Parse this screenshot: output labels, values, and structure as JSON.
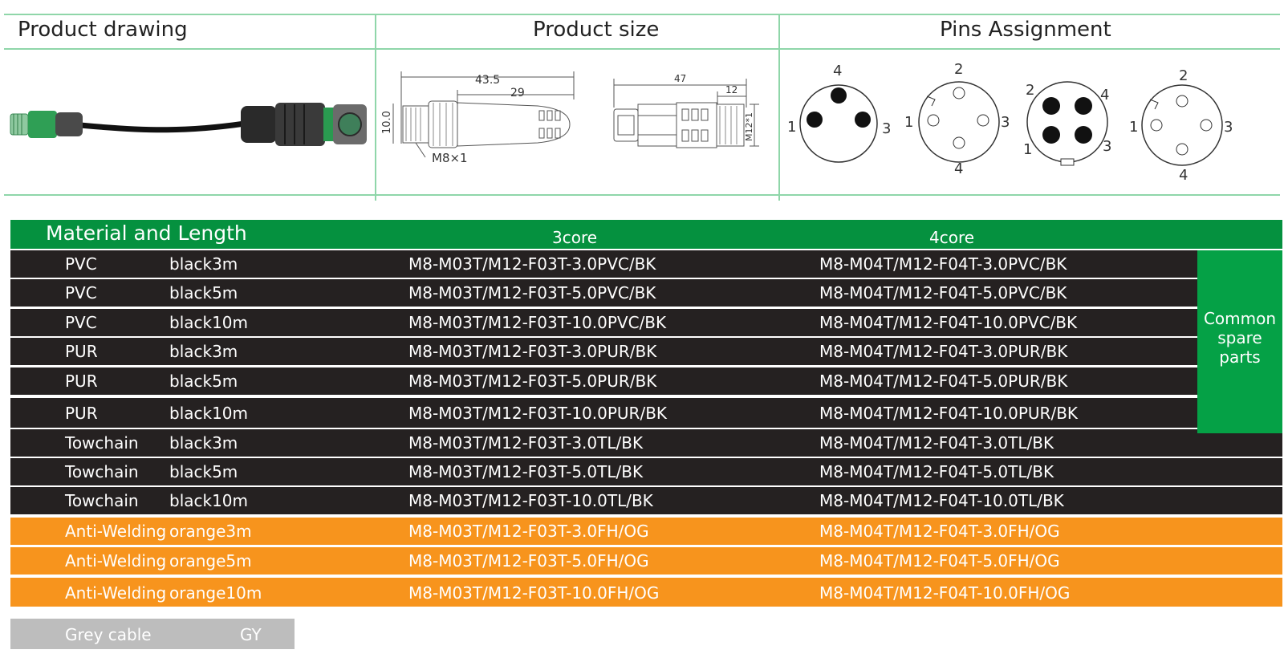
{
  "header": {
    "product_drawing": "Product drawing",
    "product_size": "Product size",
    "pins_assignment": "Pins Assignment"
  },
  "dimensions": {
    "d1": "43.5",
    "d2": "29",
    "d3": "10.0",
    "thread1": "M8×1",
    "d4": "47",
    "d5": "12",
    "thread2": "M12*1"
  },
  "pins": {
    "p3m": {
      "top": "4",
      "left": "1",
      "right": "3"
    },
    "p3f": {
      "top": "2",
      "left": "1",
      "right": "3",
      "bottom": "4"
    },
    "p4m": {
      "tl": "2",
      "tr": "4",
      "bl": "1",
      "br": "3"
    },
    "p4f": {
      "top": "2",
      "left": "1",
      "right": "3",
      "bottom": "4"
    }
  },
  "table": {
    "title": "Material and Length",
    "col3": "3core",
    "col4": "4core",
    "spare": [
      "Common",
      "spare",
      "parts"
    ],
    "rows": [
      {
        "material": "PVC",
        "length": "black3m",
        "core3": "M8-M03T/M12-F03T-3.0PVC/BK",
        "core4": "M8-M04T/M12-F04T-3.0PVC/BK",
        "style": "black"
      },
      {
        "material": "PVC",
        "length": "black5m",
        "core3": "M8-M03T/M12-F03T-5.0PVC/BK",
        "core4": "M8-M04T/M12-F04T-5.0PVC/BK",
        "style": "black"
      },
      {
        "material": "PVC",
        "length": "black10m",
        "core3": "M8-M03T/M12-F03T-10.0PVC/BK",
        "core4": "M8-M04T/M12-F04T-10.0PVC/BK",
        "style": "black"
      },
      {
        "material": "PUR",
        "length": "black3m",
        "core3": "M8-M03T/M12-F03T-3.0PUR/BK",
        "core4": "M8-M04T/M12-F04T-3.0PUR/BK",
        "style": "black"
      },
      {
        "material": "PUR",
        "length": "black5m",
        "core3": "M8-M03T/M12-F03T-5.0PUR/BK",
        "core4": "M8-M04T/M12-F04T-5.0PUR/BK",
        "style": "black"
      },
      {
        "material": "PUR",
        "length": "black10m",
        "core3": "M8-M03T/M12-F03T-10.0PUR/BK",
        "core4": "M8-M04T/M12-F04T-10.0PUR/BK",
        "style": "black"
      },
      {
        "material": "Towchain",
        "length": "black3m",
        "core3": "M8-M03T/M12-F03T-3.0TL/BK",
        "core4": "M8-M04T/M12-F04T-3.0TL/BK",
        "style": "black"
      },
      {
        "material": "Towchain",
        "length": "black5m",
        "core3": "M8-M03T/M12-F03T-5.0TL/BK",
        "core4": "M8-M04T/M12-F04T-5.0TL/BK",
        "style": "black"
      },
      {
        "material": "Towchain",
        "length": "black10m",
        "core3": "M8-M03T/M12-F03T-10.0TL/BK",
        "core4": "M8-M04T/M12-F04T-10.0TL/BK",
        "style": "black"
      },
      {
        "material": "Anti-Welding",
        "length": "orange3m",
        "core3": "M8-M03T/M12-F03T-3.0FH/OG",
        "core4": "M8-M04T/M12-F04T-3.0FH/OG",
        "style": "orange"
      },
      {
        "material": "Anti-Welding",
        "length": "orange5m",
        "core3": "M8-M03T/M12-F03T-5.0FH/OG",
        "core4": "M8-M04T/M12-F04T-5.0FH/OG",
        "style": "orange"
      },
      {
        "material": "Anti-Welding",
        "length": "orange10m",
        "core3": "M8-M03T/M12-F03T-10.0FH/OG",
        "core4": "M8-M04T/M12-F04T-10.0FH/OG",
        "style": "orange"
      }
    ],
    "grey": {
      "label": "Grey cable",
      "code": "GY"
    }
  },
  "colors": {
    "green_header": "#05913f",
    "green_spare": "#05a146",
    "row_black": "#252121",
    "row_orange": "#f7941d",
    "grey": "#bdbdbd",
    "rule": "#8fd6a9"
  }
}
